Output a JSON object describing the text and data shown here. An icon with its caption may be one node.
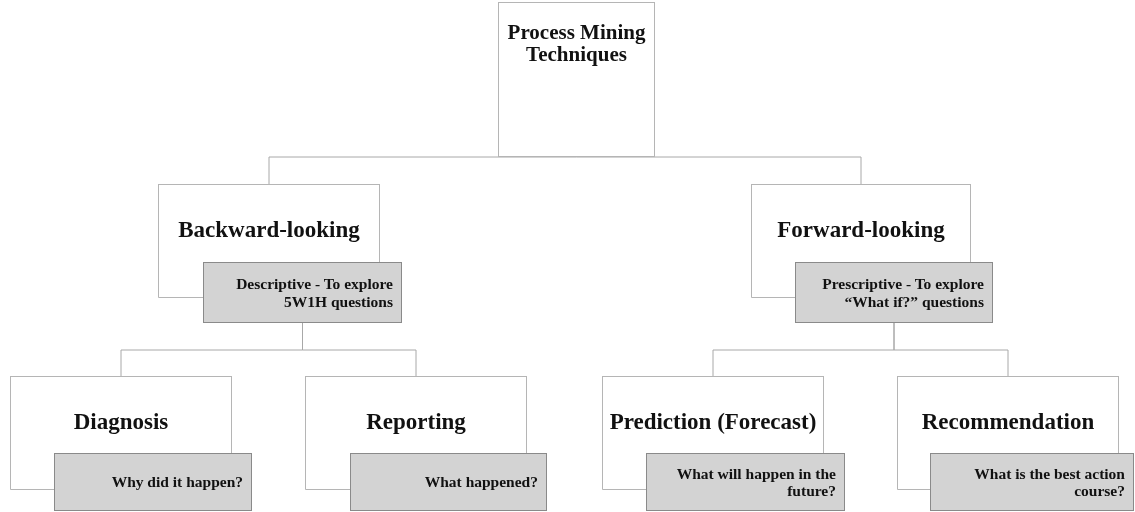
{
  "diagram": {
    "nodes": [
      {
        "text": [
          "Process Mining Techniques"
        ]
      },
      {
        "text": [
          "Backward-looking"
        ]
      },
      {
        "text": [
          "Descriptive - To explore 5W1H questions"
        ]
      },
      {
        "text": [
          "Forward-looking"
        ]
      },
      {
        "text": [
          "Prescriptive - To explore “What if?” questions"
        ]
      },
      {
        "text": [
          "Diagnosis"
        ]
      },
      {
        "text": [
          "Why did it happen?"
        ]
      },
      {
        "text": [
          "Reporting"
        ]
      },
      {
        "text": [
          "What happened?"
        ]
      },
      {
        "text": [
          "Prediction (Forecast)"
        ]
      },
      {
        "text": [
          "What will happen in the future?"
        ]
      },
      {
        "text": [
          "Recommendation"
        ]
      },
      {
        "text": [
          "What is the best action course?"
        ]
      }
    ],
    "edges": [
      {
        "from": 0,
        "to": 1,
        "arrow": "none"
      },
      {
        "from": 0,
        "to": 3,
        "arrow": "none"
      },
      {
        "from": 2,
        "to": 5,
        "arrow": "none"
      },
      {
        "from": 2,
        "to": 7,
        "arrow": "none"
      },
      {
        "from": 4,
        "to": 9,
        "arrow": "none"
      },
      {
        "from": 4,
        "to": 11,
        "arrow": "none"
      }
    ]
  }
}
